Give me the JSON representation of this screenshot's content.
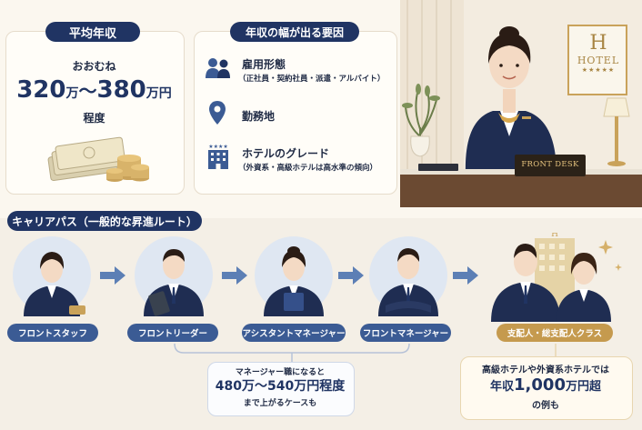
{
  "salary": {
    "badge": "平均年収",
    "line1": "おおむね",
    "range_a": "320",
    "unit_a": "万",
    "tilde": "〜",
    "range_b": "380",
    "unit_b": "万円",
    "line3": "程度"
  },
  "factors": {
    "badge": "年収の幅が出る要因",
    "items": [
      {
        "title": "雇用形態",
        "sub": "（正社員・契約社員・派遣・アルバイト）"
      },
      {
        "title": "勤務地",
        "sub": ""
      },
      {
        "title": "ホテルのグレード",
        "sub": "（外資系・高級ホテルは高水準の傾向）"
      }
    ]
  },
  "scene": {
    "hotel_sign_letter": "H",
    "hotel_sign_text": "HOTEL",
    "hotel_sign_stars": "★★★★★",
    "desk_sign": "FRONT DESK"
  },
  "career": {
    "badge": "キャリアパス（一般的な昇進ルート）",
    "roles": [
      "フロントスタッフ",
      "フロントリーダー",
      "アシスタントマネージャー",
      "フロントマネージャー",
      "支配人・総支配人クラス"
    ],
    "manager_note": {
      "line1": "マネージャー職になると",
      "amount": "480万〜540万円程度",
      "line3": "まで上がるケースも"
    },
    "top_note": {
      "line1": "高級ホテルや外資系ホテルでは",
      "prefix": "年収",
      "amount": "1,000",
      "suffix": "万円超",
      "line3": "の例も"
    }
  },
  "colors": {
    "navy": "#203463",
    "accent_blue": "#3b5b94",
    "gold": "#c9a25a",
    "background": "#fbf7ef"
  }
}
